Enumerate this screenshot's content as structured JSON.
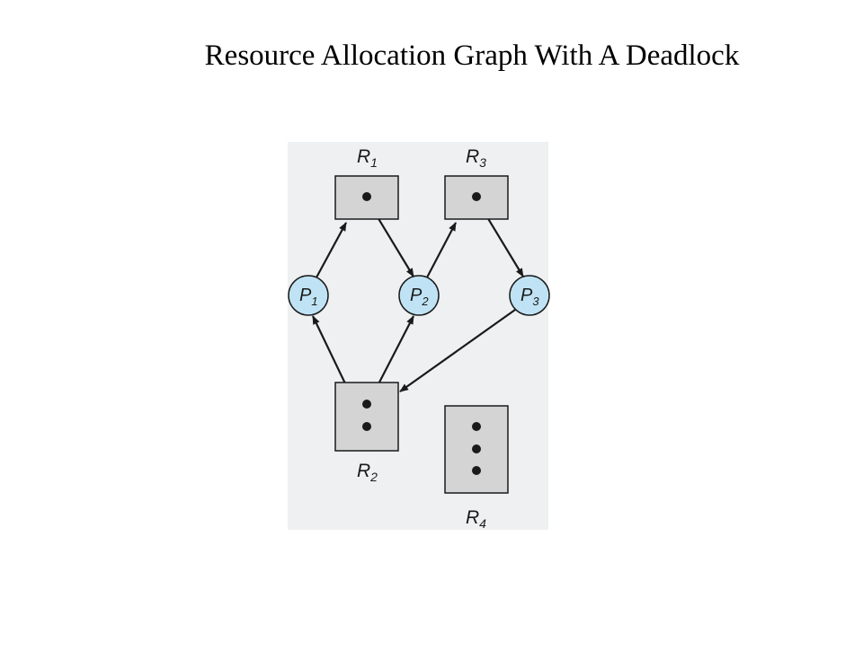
{
  "title": "Resource Allocation Graph With A Deadlock",
  "colors": {
    "panel": "#eef0f2",
    "resource_fill": "#d4d4d4",
    "process_fill": "#bfe3f4",
    "stroke": "#1a1a1a"
  },
  "resources": [
    {
      "id": "R1",
      "label": "R",
      "sub": "1",
      "instances": 1
    },
    {
      "id": "R2",
      "label": "R",
      "sub": "2",
      "instances": 2
    },
    {
      "id": "R3",
      "label": "R",
      "sub": "3",
      "instances": 1
    },
    {
      "id": "R4",
      "label": "R",
      "sub": "4",
      "instances": 3
    }
  ],
  "processes": [
    {
      "id": "P1",
      "label": "P",
      "sub": "1"
    },
    {
      "id": "P2",
      "label": "P",
      "sub": "2"
    },
    {
      "id": "P3",
      "label": "P",
      "sub": "3"
    }
  ],
  "edges": [
    {
      "from": "P1",
      "to": "R1",
      "kind": "request"
    },
    {
      "from": "R1",
      "to": "P2",
      "kind": "assignment"
    },
    {
      "from": "P2",
      "to": "R3",
      "kind": "request"
    },
    {
      "from": "R3",
      "to": "P3",
      "kind": "assignment"
    },
    {
      "from": "P3",
      "to": "R2",
      "kind": "request"
    },
    {
      "from": "R2",
      "to": "P1",
      "kind": "assignment"
    },
    {
      "from": "R2",
      "to": "P2",
      "kind": "assignment"
    }
  ]
}
